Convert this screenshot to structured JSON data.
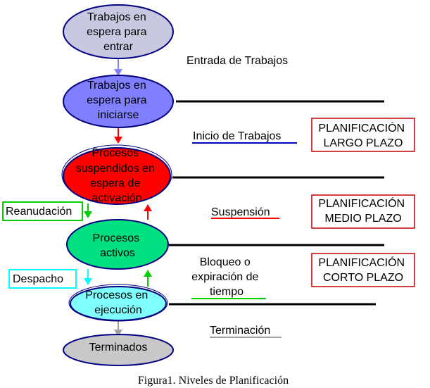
{
  "nodes": {
    "espera_entrar": {
      "line1": "Trabajos en",
      "line2": "espera para",
      "line3": "entrar",
      "fill": "#c8c8e0"
    },
    "espera_iniciarse": {
      "line1": "Trabajos en",
      "line2": "espera para",
      "line3": "iniciarse",
      "fill": "#8080ff"
    },
    "suspendidos": {
      "line1": "Procesos",
      "line2": "suspendidos en",
      "line3": "espera de",
      "line4": "activación",
      "fill": "#ff0000"
    },
    "activos": {
      "line1": "Procesos",
      "line2": "activos",
      "fill": "#00e080"
    },
    "ejecucion": {
      "line1": "Procesos en",
      "line2": "ejecución",
      "fill": "#80ffff"
    },
    "terminados": {
      "line1": "Terminados",
      "fill": "#c8c8c8"
    }
  },
  "transitions": {
    "entrada": "Entrada de Trabajos",
    "inicio": "Inicio de Trabajos",
    "suspension": "Suspensión",
    "bloqueo_line1": "Bloqueo o",
    "bloqueo_line2": "expiración de",
    "bloqueo_line3": "tiempo",
    "terminacion": "Terminación",
    "reanudacion": "Reanudación",
    "despacho": "Despacho"
  },
  "levels": {
    "largo": {
      "line1": "PLANIFICACIÓN",
      "line2": "LARGO PLAZO"
    },
    "medio": {
      "line1": "PLANIFICACIÓN",
      "line2": "MEDIO PLAZO"
    },
    "corto": {
      "line1": "PLANIFICACIÓN",
      "line2": "CORTO PLAZO"
    }
  },
  "colors": {
    "arrow_blue": "#8080ff",
    "arrow_red": "#ff0000",
    "arrow_green": "#00d000",
    "arrow_cyan": "#00ffff",
    "arrow_gray": "#a0a0a0",
    "underline_blue": "#0000c0",
    "underline_red": "#ff0000",
    "underline_green": "#00d000",
    "underline_gray": "#a0a0a0",
    "level_box_border": "#c00000"
  },
  "caption": "Figura1. Niveles de Planificación"
}
